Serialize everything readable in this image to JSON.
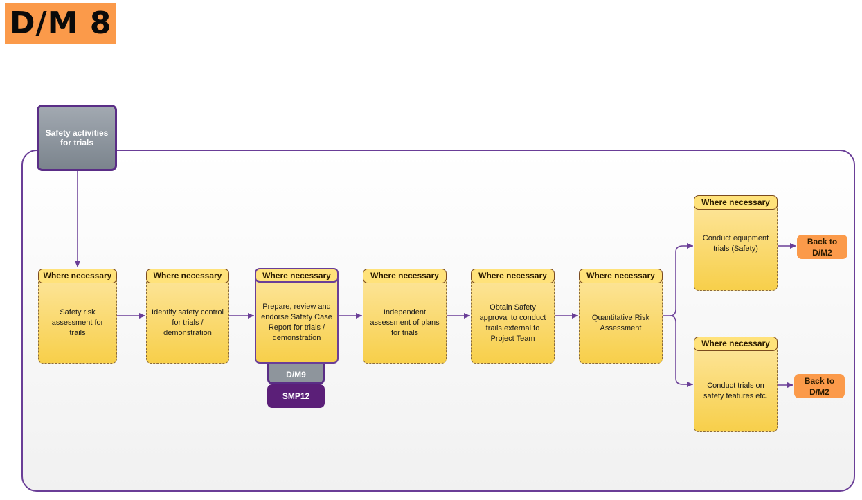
{
  "title": "D/M 8",
  "start": {
    "label": "Safety activities for trials"
  },
  "head_label": "Where necessary",
  "steps": [
    {
      "label": "Safety risk assessment for trails"
    },
    {
      "label": "Identify safety control for trials / demonstration"
    },
    {
      "label": "Prepare, review and endorse Safety Case Report for trials / demonstration"
    },
    {
      "label": "Independent assessment of plans for trials"
    },
    {
      "label": "Obtain Safety approval to conduct trails external to Project Team"
    },
    {
      "label": "Quantitative Risk Assessment"
    }
  ],
  "refs": {
    "dm9": "D/M9",
    "smp12": "SMP12"
  },
  "branches": [
    {
      "label": "Conduct equipment trials (Safety)",
      "back": "Back to D/M2"
    },
    {
      "label": "Conduct trials on safety features etc.",
      "back": "Back to D/M2"
    }
  ],
  "colors": {
    "accent": "#6a3e97",
    "node_fill": "#f9d65c",
    "head_fill": "#ffe27a",
    "orange": "#fb9a4a",
    "grey": "#8e959c",
    "purple": "#5b1f78"
  }
}
